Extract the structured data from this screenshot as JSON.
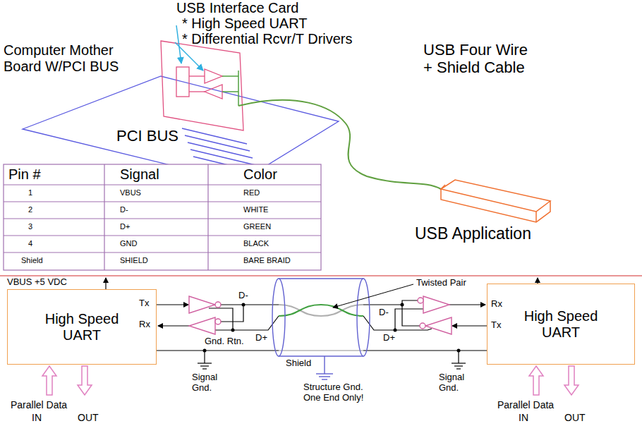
{
  "diagram": {
    "nodes": [
      {
        "text": [
          "High Speed UART"
        ]
      },
      {
        "text": [
          "High Speed UART"
        ]
      }
    ],
    "labels": [
      "USB Interface Card",
      "* High Speed UART",
      "* Differential Rcvr/T Drivers",
      "Computer Mother Board W/PCI BUS",
      "PCI BUS",
      "USB Four Wire + Shield Cable",
      "USB Application",
      "Pin #",
      "Signal",
      "Color",
      "1",
      "VBUS",
      "RED",
      "2",
      "D-",
      "WHITE",
      "3",
      "D+",
      "GREEN",
      "4",
      "GND",
      "BLACK",
      "Shield",
      "SHIELD",
      "BARE BRAID",
      "VBUS +5 VDC",
      "Tx",
      "Rx",
      "D-",
      "D+",
      "Twisted Pair",
      "D-",
      "D+",
      "Rx",
      "Tx",
      "Gnd. Rtn.",
      "Shield",
      "Signal Gnd.",
      "Structure Gnd. One End Only!",
      "Signal Gnd.",
      "Parallel Data",
      "IN",
      "OUT",
      "Parallel Data",
      "IN",
      "OUT"
    ]
  }
}
